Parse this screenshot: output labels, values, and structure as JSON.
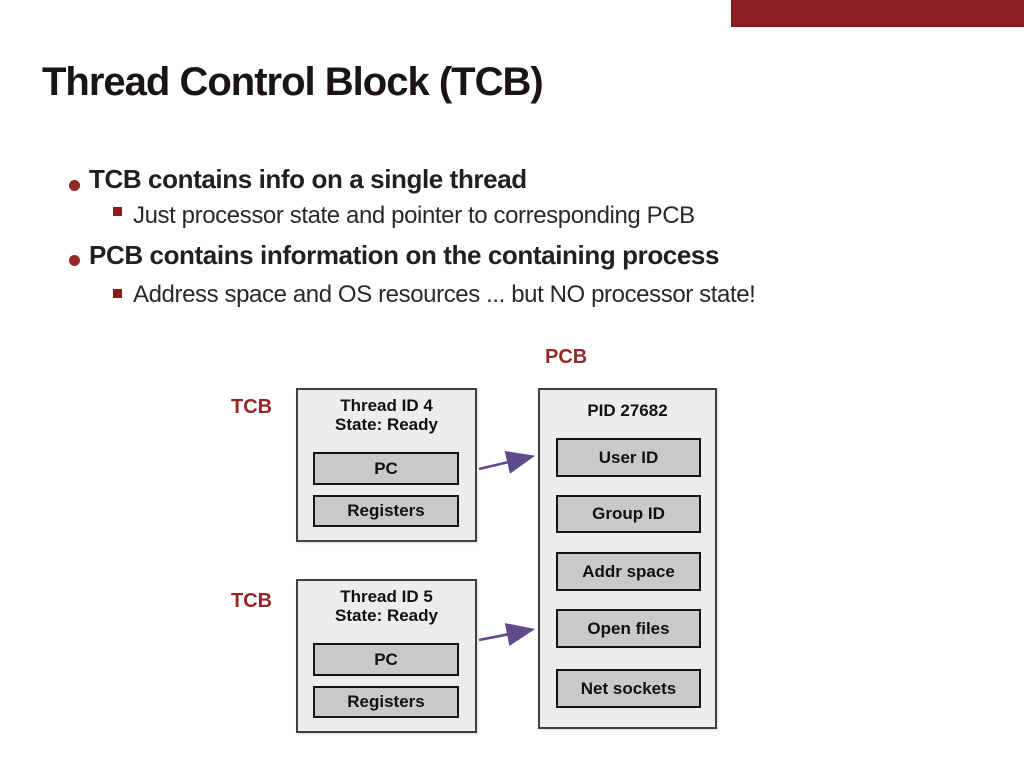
{
  "slide": {
    "title": "Thread Control Block (TCB)",
    "bullets": [
      {
        "level": 1,
        "text": "TCB contains info on a single thread"
      },
      {
        "level": 2,
        "text": "Just processor state and pointer to corresponding PCB"
      },
      {
        "level": 1,
        "text": "PCB contains information on the containing process"
      },
      {
        "level": 2,
        "text": "Address space and OS resources ... but NO processor state!"
      }
    ]
  },
  "diagram": {
    "labels": {
      "pcb": "PCB",
      "tcb1": "TCB",
      "tcb2": "TCB"
    },
    "tcb1": {
      "line1": "Thread ID 4",
      "line2": "State: Ready",
      "fields": [
        "PC",
        "Registers"
      ]
    },
    "tcb2": {
      "line1": "Thread ID 5",
      "line2": "State: Ready",
      "fields": [
        "PC",
        "Registers"
      ]
    },
    "pcb": {
      "header": "PID 27682",
      "fields": [
        "User ID",
        "Group ID",
        "Addr space",
        "Open files",
        "Net sockets"
      ]
    }
  },
  "colors": {
    "accent_red": "#942829",
    "top_bar_red": "#8C1D22",
    "arrow_purple": "#5F4B8B",
    "outer_box_fill": "#EDEDED",
    "outer_box_border": "#404040",
    "inner_box_fill": "#C9C9C9",
    "inner_box_border": "#151515",
    "text_dark": "#1F1A1B"
  }
}
